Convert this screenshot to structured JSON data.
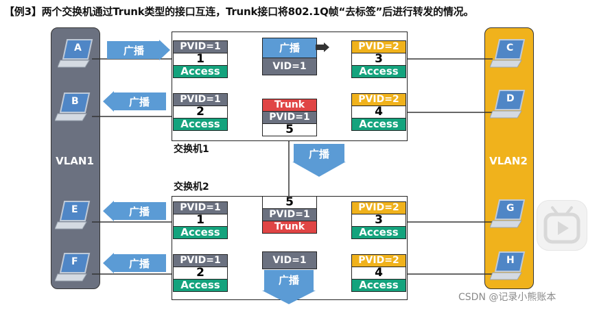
{
  "title": "【例3】两个交换机通过Trunk类型的接口互连，Trunk接口将802.1Q帧“去标签”后进行转发的情况。",
  "vlan1_label": "VLAN1",
  "vlan2_label": "VLAN2",
  "switch1_label": "交换机1",
  "switch2_label": "交换机2",
  "pcs": {
    "A": "A",
    "B": "B",
    "C": "C",
    "D": "D",
    "E": "E",
    "F": "F",
    "G": "G",
    "H": "H"
  },
  "broadcast": "广播",
  "access": "Access",
  "trunk": "Trunk",
  "vid1": "VID=1",
  "pvid1": "PVID=1",
  "pvid2": "PVID=2",
  "port_nums": {
    "p1": "1",
    "p2": "2",
    "p3": "3",
    "p4": "4",
    "p5": "5"
  },
  "watermark": "CSDN @记录小熊账本",
  "colors": {
    "vlan1": "#6b7180",
    "vlan2": "#f0b21c",
    "access": "#14a37d",
    "trunk": "#e04545",
    "arrow": "#5b9bd5"
  }
}
